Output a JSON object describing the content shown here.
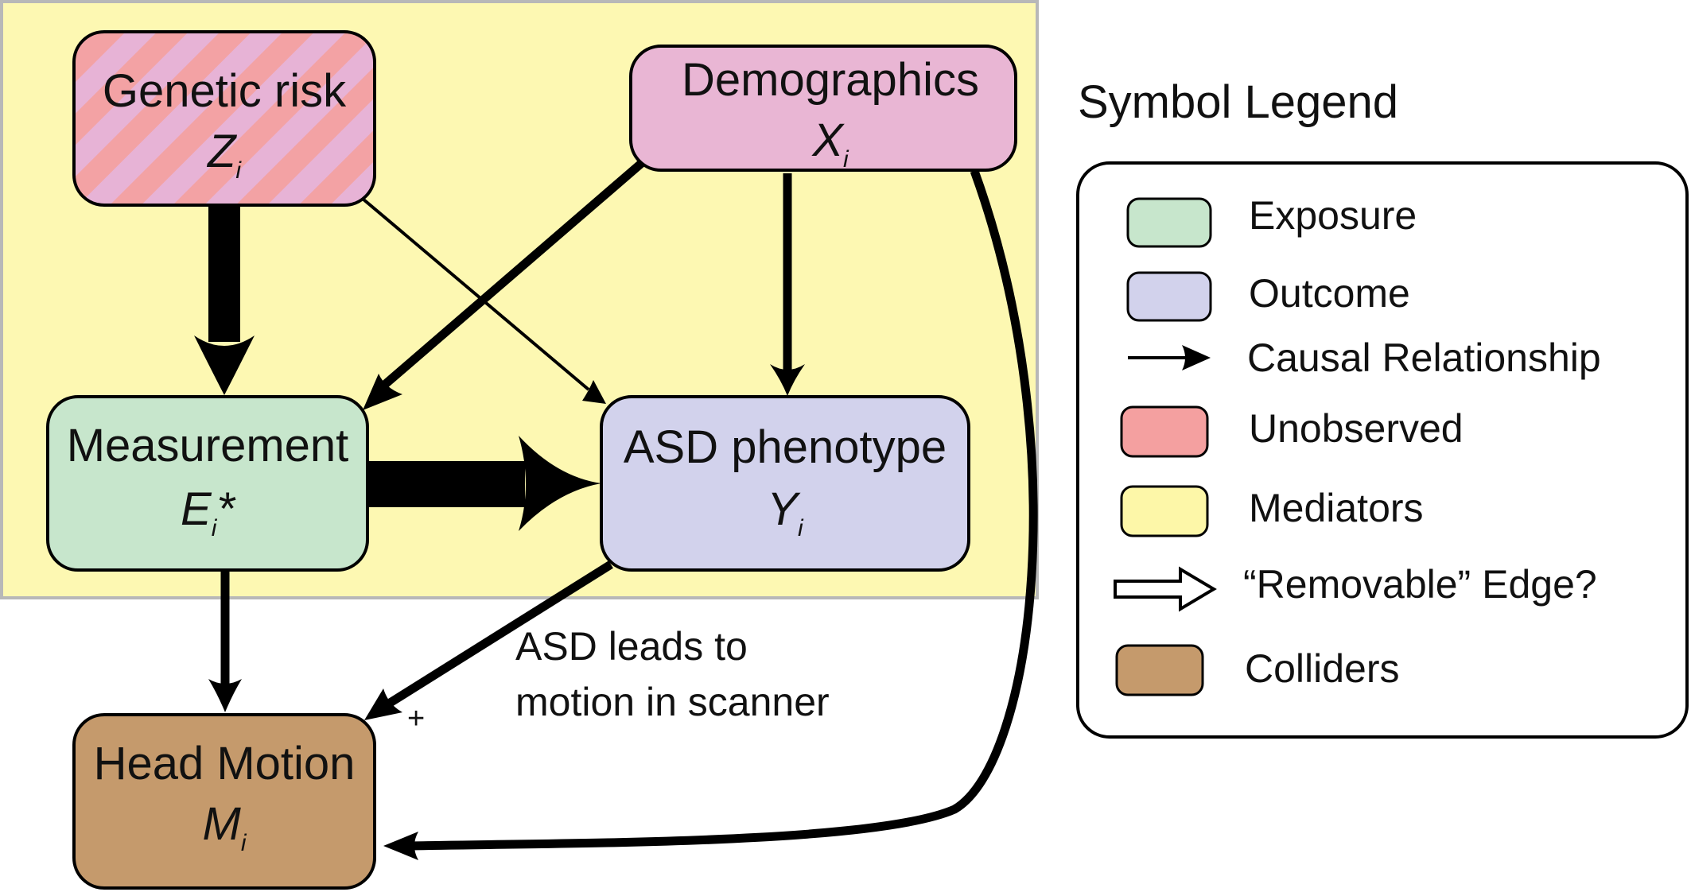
{
  "nodes": {
    "genetic": {
      "title": "Genetic risk",
      "var": "Z",
      "sub": "i"
    },
    "demographics": {
      "title": "Demographics",
      "var": "X",
      "sub": "i"
    },
    "measurement": {
      "title": "Measurement",
      "var": "E",
      "sub": "i",
      "suffix": "*"
    },
    "asd": {
      "title": "ASD phenotype",
      "var": "Y",
      "sub": "i"
    },
    "motion": {
      "title": "Head Motion",
      "var": "M",
      "sub": "i"
    }
  },
  "annotation": {
    "line1": "ASD leads to",
    "line2": "motion in scanner",
    "plus": "+"
  },
  "legend": {
    "title": "Symbol Legend",
    "items": [
      {
        "label": "Exposure",
        "symbol": "swatch",
        "color": "#c7e6cc"
      },
      {
        "label": "Outcome",
        "symbol": "swatch",
        "color": "#d2d2ec"
      },
      {
        "label": "Causal Relationship",
        "symbol": "arrow"
      },
      {
        "label": "Unobserved",
        "symbol": "swatch",
        "color": "#f4a0a0"
      },
      {
        "label": "Mediators",
        "symbol": "swatch",
        "color": "#fdf7a8"
      },
      {
        "label": "“Removable” Edge?",
        "symbol": "hollow-arrow"
      },
      {
        "label": "Colliders",
        "symbol": "swatch",
        "color": "#c59a6c"
      }
    ]
  },
  "colors": {
    "mediator_region": "#fdf8b2",
    "exposure": "#c7e6cc",
    "outcome": "#d2d2ec",
    "demographics": "#e9b6d4",
    "unobserved_stripe": "#f3a2a4",
    "unobserved_base": "#e7b3d6",
    "collider": "#c59a6c"
  }
}
